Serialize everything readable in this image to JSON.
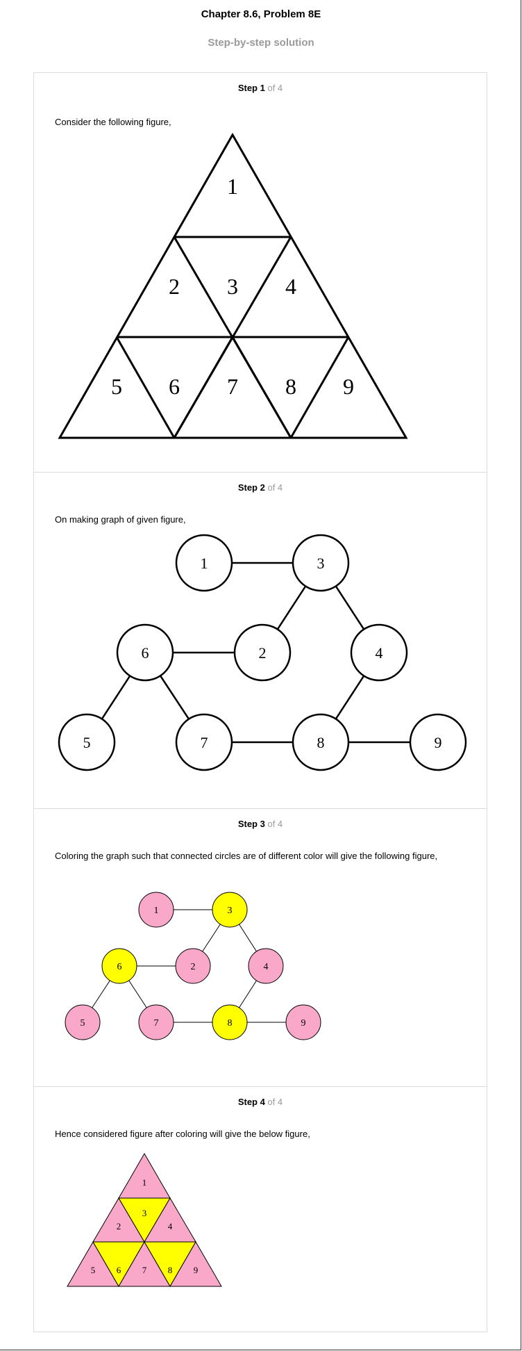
{
  "header": {
    "title": "Chapter 8.6, Problem 8E",
    "subtitle": "Step-by-step solution"
  },
  "steps": [
    {
      "label": "Step 1",
      "of": "of 4",
      "text": "Consider the following figure,"
    },
    {
      "label": "Step 2",
      "of": "of 4",
      "text": "On making graph of given figure,"
    },
    {
      "label": "Step 3",
      "of": "of 4",
      "text": "Coloring the graph such that connected circles are of different color will give the following figure,"
    },
    {
      "label": "Step 4",
      "of": "of 4",
      "text": "Hence considered figure after coloring will give the below figure,"
    }
  ],
  "figure": {
    "regions": [
      "1",
      "2",
      "3",
      "4",
      "5",
      "6",
      "7",
      "8",
      "9"
    ]
  },
  "graph": {
    "nodes": [
      "1",
      "2",
      "3",
      "4",
      "5",
      "6",
      "7",
      "8",
      "9"
    ],
    "edges": [
      [
        "1",
        "3"
      ],
      [
        "3",
        "2"
      ],
      [
        "3",
        "4"
      ],
      [
        "6",
        "2"
      ],
      [
        "6",
        "5"
      ],
      [
        "6",
        "7"
      ],
      [
        "7",
        "8"
      ],
      [
        "4",
        "8"
      ],
      [
        "8",
        "9"
      ]
    ]
  },
  "coloring": {
    "colors": {
      "pink": "#f9a8c9",
      "yellow": "#ffff00"
    },
    "assignment": {
      "1": "pink",
      "2": "pink",
      "3": "yellow",
      "4": "pink",
      "5": "pink",
      "6": "yellow",
      "7": "pink",
      "8": "yellow",
      "9": "pink"
    }
  }
}
